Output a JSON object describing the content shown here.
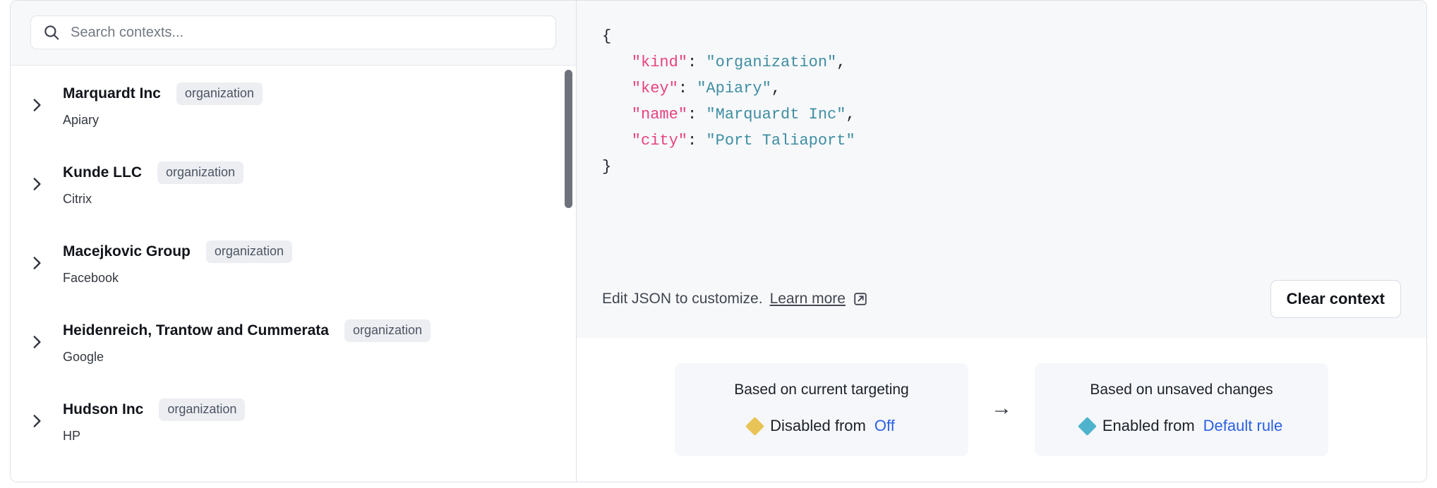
{
  "search": {
    "placeholder": "Search contexts...",
    "value": "",
    "icon": "search-icon"
  },
  "contexts": {
    "badge_bg": "#eceef2",
    "items": [
      {
        "name": "Marquardt Inc",
        "kind": "organization",
        "sub": "Apiary"
      },
      {
        "name": "Kunde LLC",
        "kind": "organization",
        "sub": "Citrix"
      },
      {
        "name": "Macejkovic Group",
        "kind": "organization",
        "sub": "Facebook"
      },
      {
        "name": "Heidenreich, Trantow and Cummerata",
        "kind": "organization",
        "sub": "Google"
      },
      {
        "name": "Hudson Inc",
        "kind": "organization",
        "sub": "HP"
      }
    ]
  },
  "json_viewer": {
    "open_brace": "{",
    "close_brace": "}",
    "colors": {
      "key": "#e6427f",
      "string": "#3f8ea2",
      "punctuation": "#21242b"
    },
    "lines": [
      {
        "key": "\"kind\"",
        "colon": ":",
        "value": "\"organization\"",
        "comma": ","
      },
      {
        "key": "\"key\"",
        "colon": ":",
        "value": "\"Apiary\"",
        "comma": ","
      },
      {
        "key": "\"name\"",
        "colon": ":",
        "value": "\"Marquardt Inc\"",
        "comma": ","
      },
      {
        "key": "\"city\"",
        "colon": ":",
        "value": "\"Port Taliaport\"",
        "comma": ""
      }
    ]
  },
  "footer": {
    "hint_text": "Edit JSON to customize.",
    "learn_more": "Learn more",
    "external_link_icon": "external-link-icon",
    "clear_button": "Clear context"
  },
  "comparison": {
    "arrow": "→",
    "left": {
      "title": "Based on current targeting",
      "status": "Disabled from",
      "rule": "Off",
      "diamond_color": "#e8c355",
      "rule_color": "#2b5fe3"
    },
    "right": {
      "title": "Based on unsaved changes",
      "status": "Enabled from",
      "rule": "Default rule",
      "diamond_color": "#4fb3cd",
      "rule_color": "#2b5fe3"
    }
  }
}
